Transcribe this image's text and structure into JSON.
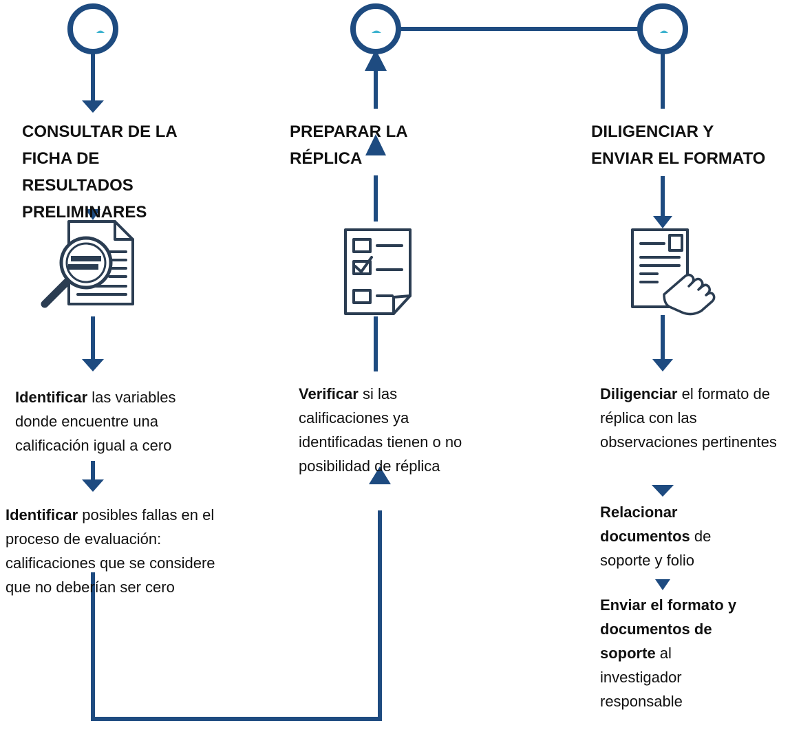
{
  "colors": {
    "flow": "#1e4b80",
    "icon_stroke": "#2b3d52",
    "node_fill": "#ffffff",
    "node_accent": "#3fb3cf",
    "text": "#111111"
  },
  "columns": [
    {
      "title_lines": [
        "CONSULTAR DE LA",
        "FICHA DE",
        "RESULTADOS",
        "PRELIMINARES"
      ],
      "icon": "magnifier-document-icon",
      "steps": [
        {
          "bold": "Identificar",
          "rest": " las variables donde encuentre una calificación igual a cero"
        },
        {
          "bold": "Identificar",
          "rest": " posibles fallas en el proceso de evaluación: calificaciones que se considere que no deberían ser cero"
        }
      ]
    },
    {
      "title_lines": [
        "PREPARAR LA",
        "RÉPLICA"
      ],
      "icon": "checklist-icon",
      "steps": [
        {
          "bold": "Verificar",
          "rest": " si las calificaciones ya identificadas tienen o no posibilidad de réplica"
        }
      ]
    },
    {
      "title_lines": [
        "DILIGENCIAR Y",
        "ENVIAR EL FORMATO"
      ],
      "icon": "form-touch-icon",
      "steps": [
        {
          "bold": "Diligenciar",
          "rest": " el formato de réplica con las observaciones pertinentes"
        },
        {
          "bold": "Relacionar documentos",
          "rest": " de soporte y folio"
        },
        {
          "bold": "Enviar el formato y documentos de soporte",
          "rest": " al investigador responsable"
        }
      ]
    }
  ]
}
